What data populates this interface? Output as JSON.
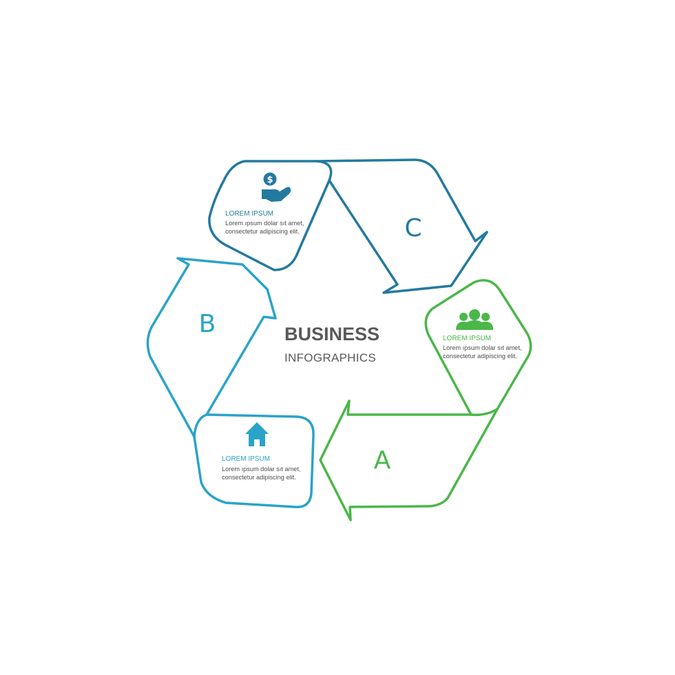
{
  "center": {
    "title": "BUSINESS",
    "subtitle": "INFOGRAPHICS"
  },
  "colors": {
    "a": "#4ab749",
    "b": "#2aa3c9",
    "c": "#237a9e",
    "text": "#58595b"
  },
  "segments": [
    {
      "id": "a",
      "letter": "A",
      "icon": "people-icon",
      "heading": "LOREM IPSUM",
      "body_line1": "Lorem ıpsum dolar sıt amet,",
      "body_line2": "consectetur adipiscing elit."
    },
    {
      "id": "b",
      "letter": "B",
      "icon": "home-icon",
      "heading": "LOREM IPSUM",
      "body_line1": "Lorem ıpsum dolar sıt amet,",
      "body_line2": "consectetur adipiscing elit."
    },
    {
      "id": "c",
      "letter": "C",
      "icon": "money-hand-icon",
      "heading": "LOREM IPSUM",
      "body_line1": "Lorem ıpsum dolar sıt amet,",
      "body_line2": "consectetur adipiscing elit."
    }
  ]
}
